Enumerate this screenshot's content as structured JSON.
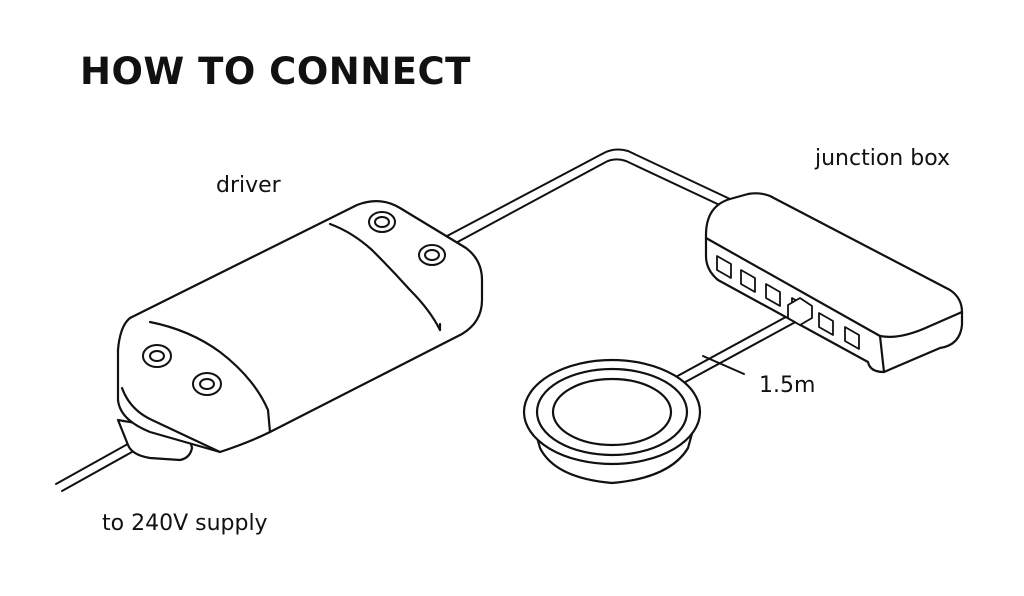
{
  "title": "HOW TO CONNECT",
  "labels": {
    "driver": "driver",
    "junction_box": "junction box",
    "cable_length": "1.5m",
    "supply": "to 240V supply"
  },
  "colors": {
    "line": "#111111",
    "background": "#ffffff"
  }
}
